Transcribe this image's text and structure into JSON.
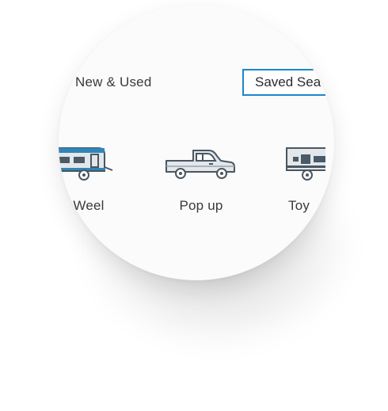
{
  "nav": {
    "new_used_label": "New & Used",
    "saved_search_label": "Saved Sea"
  },
  "categories": [
    {
      "label": "Weel",
      "icon": "travel-trailer-icon"
    },
    {
      "label": "Pop up",
      "icon": "pickup-truck-icon"
    },
    {
      "label": "Toy",
      "icon": "toy-hauler-icon"
    }
  ],
  "colors": {
    "accent": "#1a87c9",
    "text": "#3a3a3a",
    "icon_stroke": "#4a5661",
    "icon_fill": "#e3e7ea",
    "icon_window": "#4a5a68"
  }
}
